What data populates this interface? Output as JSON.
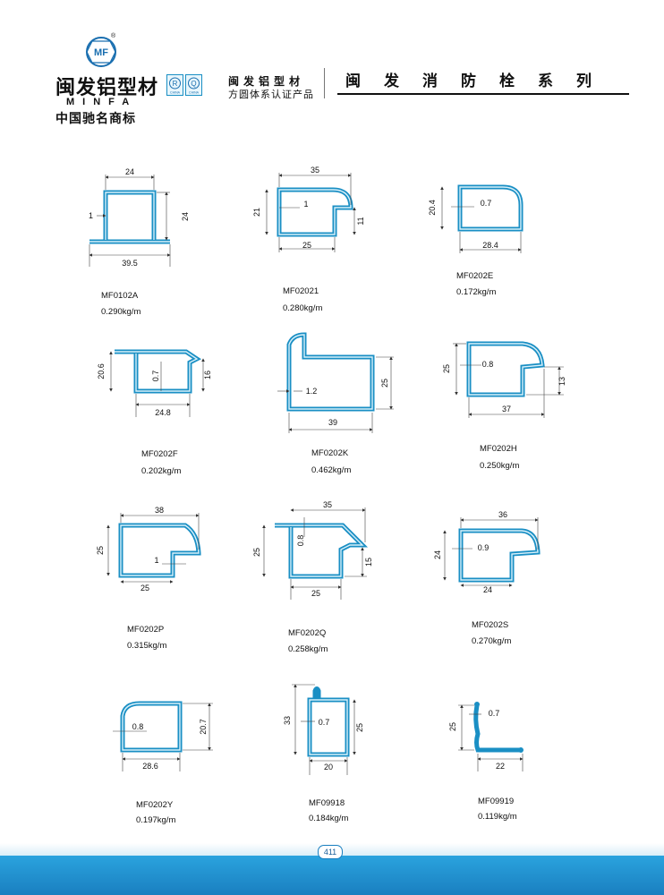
{
  "header": {
    "brand_cn": "闽发铝型材",
    "brand_en": "MINFA",
    "brand_sub": "中国驰名商标",
    "logo_text": "MF",
    "reg_mark": "®",
    "cert_title": "闽发铝型材",
    "cert_sub": "方圆体系认证产品",
    "cert_badge_r": "R",
    "cert_badge_q": "Q",
    "cert_badge_china": "CHINA",
    "series_title": "闽发消防栓系列"
  },
  "items": [
    {
      "code": "MF0102A",
      "weight": "0.290kg/m",
      "dims": [
        "24",
        "24",
        "1",
        "39.5"
      ]
    },
    {
      "code": "MF02021",
      "weight": "0.280kg/m",
      "dims": [
        "35",
        "21",
        "1",
        "11",
        "25"
      ]
    },
    {
      "code": "MF0202E",
      "weight": "0.172kg/m",
      "dims": [
        "20.4",
        "0.7",
        "28.4"
      ]
    },
    {
      "code": "MF0202F",
      "weight": "0.202kg/m",
      "dims": [
        "20.6",
        "0.7",
        "16",
        "24.8"
      ]
    },
    {
      "code": "MF0202K",
      "weight": "0.462kg/m",
      "dims": [
        "1.2",
        "25",
        "39"
      ]
    },
    {
      "code": "MF0202H",
      "weight": "0.250kg/m",
      "dims": [
        "25",
        "0.8",
        "13",
        "37"
      ]
    },
    {
      "code": "MF0202P",
      "weight": "0.315kg/m",
      "dims": [
        "38",
        "25",
        "1",
        "25"
      ]
    },
    {
      "code": "MF0202Q",
      "weight": "0.258kg/m",
      "dims": [
        "35",
        "25",
        "0.8",
        "15",
        "25"
      ]
    },
    {
      "code": "MF0202S",
      "weight": "0.270kg/m",
      "dims": [
        "36",
        "24",
        "0.9",
        "24"
      ]
    },
    {
      "code": "MF0202Y",
      "weight": "0.197kg/m",
      "dims": [
        "0.8",
        "20.7",
        "28.6"
      ]
    },
    {
      "code": "MF09918",
      "weight": "0.184kg/m",
      "dims": [
        "33",
        "0.7",
        "25",
        "20"
      ]
    },
    {
      "code": "MF09919",
      "weight": "0.119kg/m",
      "dims": [
        "25",
        "0.7",
        "22"
      ]
    }
  ],
  "footer": {
    "page_number": "411"
  },
  "colors": {
    "profile": "#1a8fc4",
    "band": "#1a7fc0"
  }
}
